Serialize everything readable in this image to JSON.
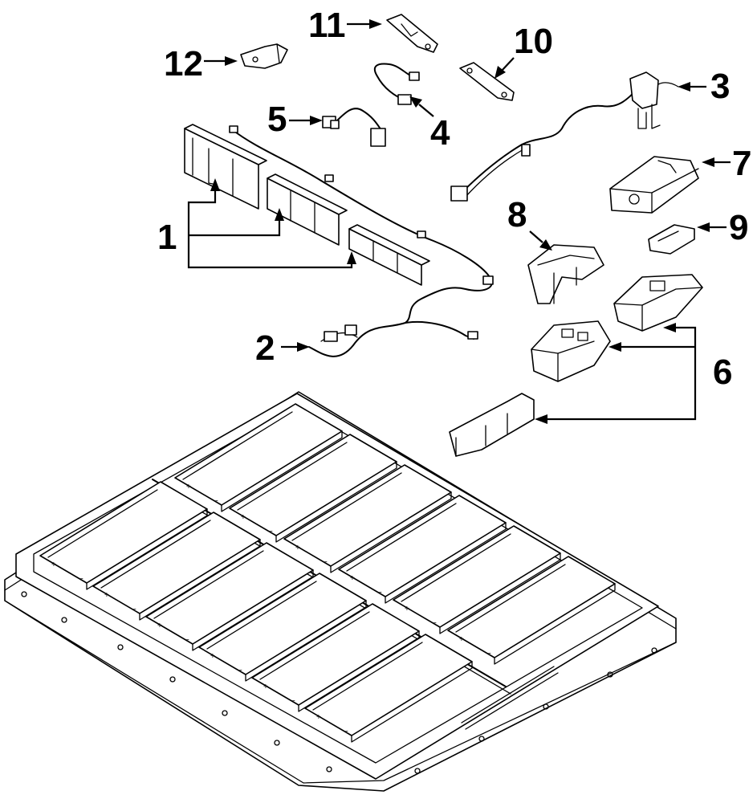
{
  "callouts": {
    "c1": "1",
    "c2": "2",
    "c3": "3",
    "c4": "4",
    "c5": "5",
    "c6": "6",
    "c7": "7",
    "c8": "8",
    "c9": "9",
    "c10": "10",
    "c11": "11",
    "c12": "12"
  },
  "cell_markings": {
    "plus": "+",
    "minus": "−"
  }
}
